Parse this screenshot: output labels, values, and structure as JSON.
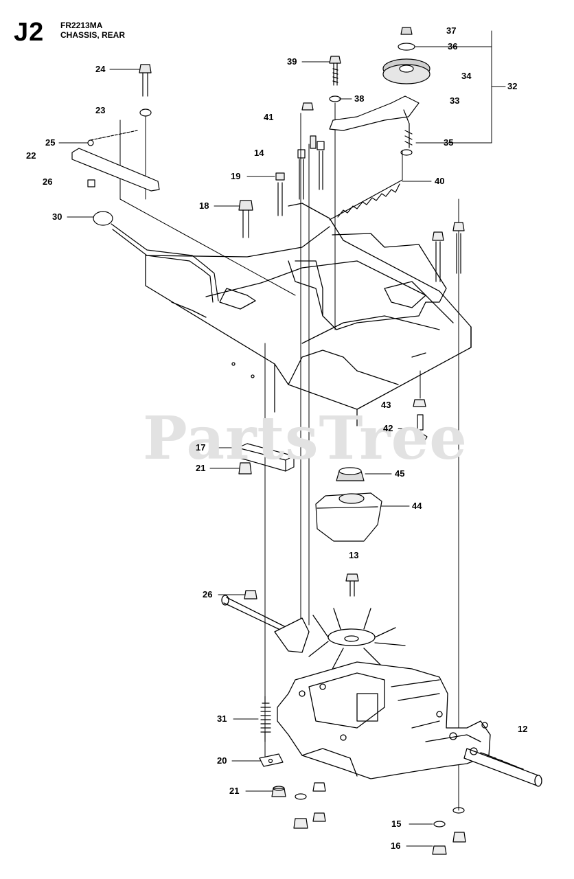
{
  "header": {
    "section_code": "J2",
    "model": "FR2213MA",
    "title": "CHASSIS, REAR"
  },
  "watermark": "PartsTree",
  "callouts": [
    {
      "id": "c37",
      "label": "37"
    },
    {
      "id": "c36",
      "label": "36"
    },
    {
      "id": "c34",
      "label": "34"
    },
    {
      "id": "c32",
      "label": "32"
    },
    {
      "id": "c33",
      "label": "33"
    },
    {
      "id": "c35",
      "label": "35"
    },
    {
      "id": "c39",
      "label": "39"
    },
    {
      "id": "c38",
      "label": "38"
    },
    {
      "id": "c41",
      "label": "41"
    },
    {
      "id": "c14",
      "label": "14"
    },
    {
      "id": "c19",
      "label": "19"
    },
    {
      "id": "c18",
      "label": "18"
    },
    {
      "id": "c40",
      "label": "40"
    },
    {
      "id": "c24",
      "label": "24"
    },
    {
      "id": "c23",
      "label": "23"
    },
    {
      "id": "c25",
      "label": "25"
    },
    {
      "id": "c22",
      "label": "22"
    },
    {
      "id": "c26a",
      "label": "26"
    },
    {
      "id": "c30",
      "label": "30"
    },
    {
      "id": "c43",
      "label": "43"
    },
    {
      "id": "c42",
      "label": "42"
    },
    {
      "id": "c17",
      "label": "17"
    },
    {
      "id": "c21a",
      "label": "21"
    },
    {
      "id": "c45",
      "label": "45"
    },
    {
      "id": "c44",
      "label": "44"
    },
    {
      "id": "c13",
      "label": "13"
    },
    {
      "id": "c26b",
      "label": "26"
    },
    {
      "id": "c31",
      "label": "31"
    },
    {
      "id": "c12",
      "label": "12"
    },
    {
      "id": "c20",
      "label": "20"
    },
    {
      "id": "c21b",
      "label": "21"
    },
    {
      "id": "c15",
      "label": "15"
    },
    {
      "id": "c16",
      "label": "16"
    }
  ]
}
